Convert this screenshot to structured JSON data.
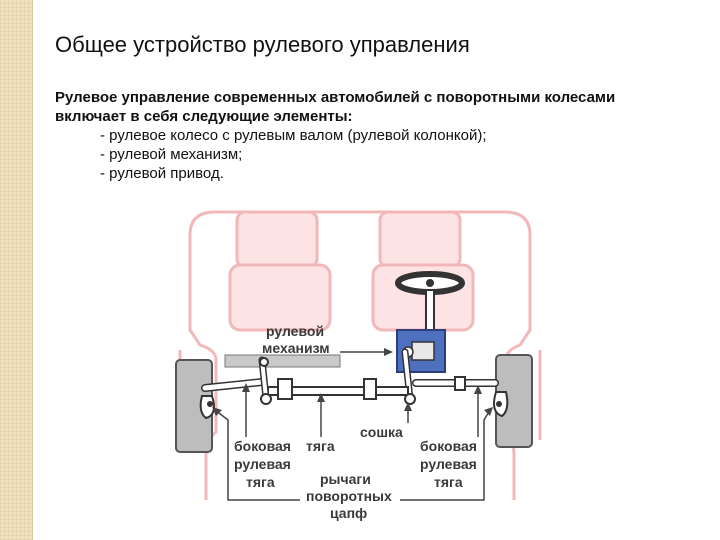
{
  "slide": {
    "title": "Общее устройство рулевого управления",
    "lead_line1": "Рулевое управление современных автомобилей с поворотными колесами",
    "lead_line2": "включает в себя следующие элементы:",
    "items": [
      "- рулевое колесо с рулевым валом (рулевой колонкой);",
      "- рулевой механизм;",
      "- рулевой привод."
    ]
  },
  "diagram": {
    "labels": {
      "mechanism_1": "рулевой",
      "mechanism_2": "механизм",
      "side_left_1": "боковая",
      "side_left_2": "рулевая",
      "side_left_3": "тяга",
      "rod": "тяга",
      "arm": "сошка",
      "side_right_1": "боковая",
      "side_right_2": "рулевая",
      "side_right_3": "тяга",
      "levers_1": "рычаги",
      "levers_2": "поворотных",
      "levers_3": "цапф"
    },
    "colors": {
      "body_outline": "#f2b8b8",
      "mechanism": "#4f6fbf",
      "wheel": "#bdbdbd",
      "linkage": "#ffffff",
      "line": "#444444"
    }
  }
}
